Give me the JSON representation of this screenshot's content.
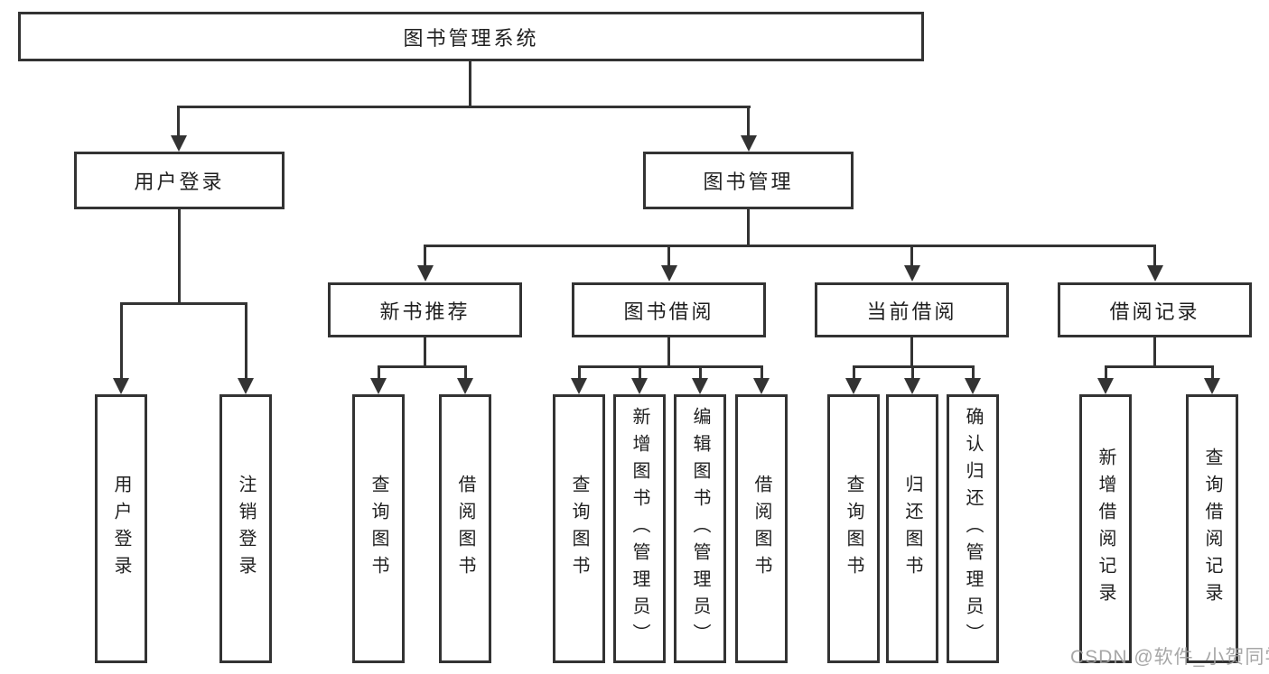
{
  "tree": {
    "label": "图书管理系统",
    "children": [
      {
        "label": "用户登录",
        "children": [
          {
            "label": "用户登录"
          },
          {
            "label": "注销登录"
          }
        ]
      },
      {
        "label": "图书管理",
        "children": [
          {
            "label": "新书推荐",
            "children": [
              {
                "label": "查询图书"
              },
              {
                "label": "借阅图书"
              }
            ]
          },
          {
            "label": "图书借阅",
            "children": [
              {
                "label": "查询图书"
              },
              {
                "label": "新增图书（管理员）"
              },
              {
                "label": "编辑图书（管理员）"
              },
              {
                "label": "借阅图书"
              }
            ]
          },
          {
            "label": "当前借阅",
            "children": [
              {
                "label": "查询图书"
              },
              {
                "label": "归还图书"
              },
              {
                "label": "确认归还（管理员）"
              }
            ]
          },
          {
            "label": "借阅记录",
            "children": [
              {
                "label": "新增借阅记录"
              },
              {
                "label": "查询借阅记录"
              }
            ]
          }
        ]
      }
    ]
  },
  "watermark": {
    "text": "CSDN @软件_小贺同学",
    "color": "#9e9e9e"
  },
  "colors": {
    "line": "#333333",
    "box_border": "#333333",
    "text": "#1f1f1f",
    "background": "#ffffff"
  }
}
